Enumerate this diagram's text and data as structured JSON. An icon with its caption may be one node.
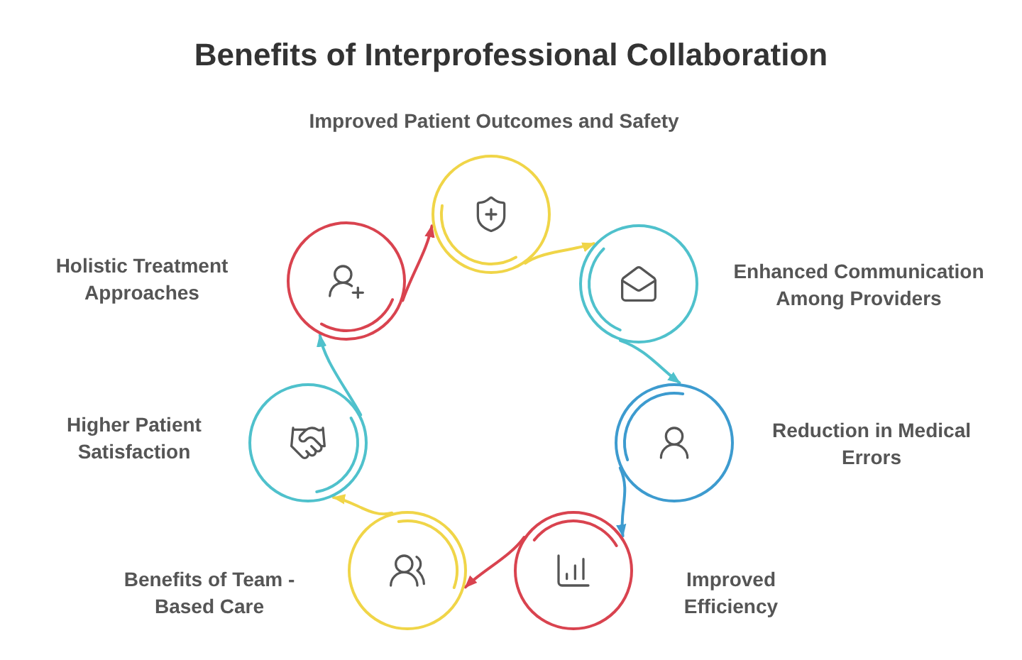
{
  "diagram": {
    "title": "Benefits of Interprofessional Collaboration",
    "nodes": [
      {
        "text": [
          "Improved Patient Outcomes and Safety"
        ]
      },
      {
        "text": [
          "Enhanced Communication Among Providers"
        ]
      },
      {
        "text": [
          "Reduction in Medical Errors"
        ]
      },
      {
        "text": [
          "Improved Efficiency"
        ]
      },
      {
        "text": [
          "Benefits of Team - Based Care"
        ]
      },
      {
        "text": [
          "Higher Patient Satisfaction"
        ]
      },
      {
        "text": [
          "Holistic Treatment Approaches"
        ]
      }
    ],
    "edges": [
      {
        "from": 0,
        "to": 1,
        "arrow": "to",
        "color": "#f0d548"
      },
      {
        "from": 1,
        "to": 2,
        "arrow": "to",
        "color": "#4fc1cc"
      },
      {
        "from": 2,
        "to": 3,
        "arrow": "to",
        "color": "#3d9bcf"
      },
      {
        "from": 3,
        "to": 4,
        "arrow": "to",
        "color": "#d9434f"
      },
      {
        "from": 4,
        "to": 5,
        "arrow": "to",
        "color": "#f0d548"
      },
      {
        "from": 5,
        "to": 6,
        "arrow": "to",
        "color": "#4fc1cc"
      },
      {
        "from": 6,
        "to": 0,
        "arrow": "to",
        "color": "#d9434f"
      }
    ]
  }
}
